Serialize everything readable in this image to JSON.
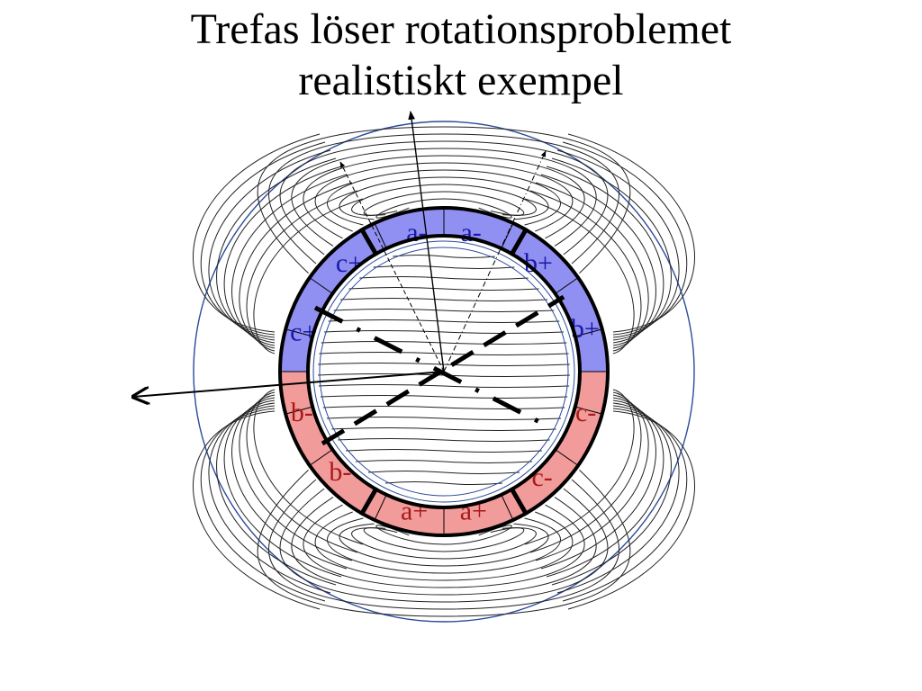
{
  "slide": {
    "title_line1": "Trefas löser rotationsproblemet",
    "title_line2": "realistiskt exempel"
  },
  "colors": {
    "upper_band": "#7c7cf0",
    "lower_band": "#f08a8a",
    "upper_text": "#1a1aa8",
    "lower_text": "#a81a1a",
    "outer_circle": "#2a4a9a",
    "field_lines": "#222222"
  },
  "coils": [
    {
      "label": "a-",
      "group": "upper"
    },
    {
      "label": "a-",
      "group": "upper"
    },
    {
      "label": "c+",
      "group": "upper"
    },
    {
      "label": "b+",
      "group": "upper"
    },
    {
      "label": "c+",
      "group": "upper"
    },
    {
      "label": "b+",
      "group": "upper"
    },
    {
      "label": "b-",
      "group": "lower"
    },
    {
      "label": "c-",
      "group": "lower"
    },
    {
      "label": "b-",
      "group": "lower"
    },
    {
      "label": "c-",
      "group": "lower"
    },
    {
      "label": "a+",
      "group": "lower"
    },
    {
      "label": "a+",
      "group": "lower"
    }
  ]
}
